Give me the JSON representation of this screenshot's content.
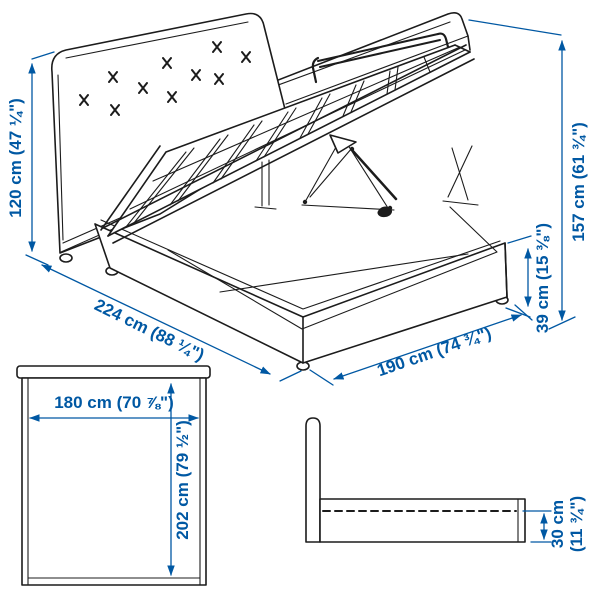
{
  "title": "Storage bed dimension diagram",
  "colors": {
    "dimension_blue": "#0058a3",
    "line_black": "#1c1c1c",
    "background": "#ffffff"
  },
  "views": {
    "perspective": {
      "description": "Bed with tufted headboard, storage box open and slatted base lifted",
      "dimensions": {
        "headboard_height": {
          "label": "120 cm (47 ¼\")",
          "cm": 120,
          "inches": "47 ¼\""
        },
        "open_height": {
          "label": "157 cm (61 ¾\")",
          "cm": 157,
          "inches": "61 ¾\""
        },
        "box_height": {
          "label": "39 cm (15 ⅜\")",
          "cm": 39,
          "inches": "15 ⅜\""
        },
        "frame_length": {
          "label": "224 cm (88 ¼\")",
          "cm": 224,
          "inches": "88 ¼\""
        },
        "frame_width": {
          "label": "190 cm (74 ¾\")",
          "cm": 190,
          "inches": "74 ¾\""
        }
      }
    },
    "top_view": {
      "description": "Mattress area seen from above",
      "dimensions": {
        "mattress_width": {
          "label": "180 cm (70 ⅞\")",
          "cm": 180,
          "inches": "70 ⅞\""
        },
        "mattress_length": {
          "label": "202 cm (79 ½\")",
          "cm": 202,
          "inches": "79 ½\""
        }
      }
    },
    "side_view": {
      "description": "Side profile of bed with storage depth",
      "dimensions": {
        "storage_height": {
          "label_line1": "30 cm",
          "label_line2": "(11 ¾\")",
          "cm": 30,
          "inches": "11 ¾\""
        }
      }
    }
  }
}
